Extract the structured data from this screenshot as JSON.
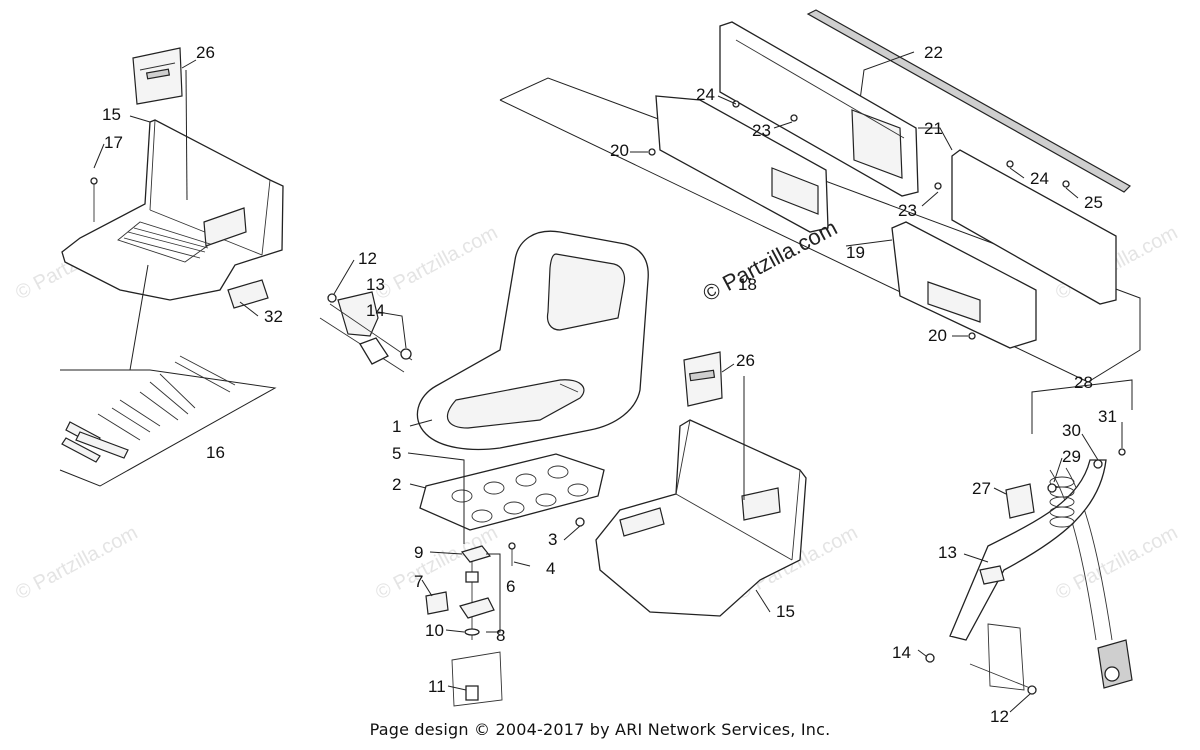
{
  "watermark_text": "© Partzilla.com",
  "brand_text": "© Partzilla.com",
  "footer_text": "Page design © 2004-2017 by ARI Network Services, Inc.",
  "callouts": {
    "c1": "1",
    "c2": "2",
    "c3": "3",
    "c4": "4",
    "c5": "5",
    "c6": "6",
    "c7": "7",
    "c8": "8",
    "c9": "9",
    "c10": "10",
    "c11": "11",
    "c12a": "12",
    "c12b": "12",
    "c13a": "13",
    "c13b": "13",
    "c14a": "14",
    "c14b": "14",
    "c15a": "15",
    "c15b": "15",
    "c16": "16",
    "c17": "17",
    "c18": "18",
    "c19": "19",
    "c20a": "20",
    "c20b": "20",
    "c21": "21",
    "c22": "22",
    "c23a": "23",
    "c23b": "23",
    "c24a": "24",
    "c24b": "24",
    "c25": "25",
    "c26a": "26",
    "c26b": "26",
    "c27": "27",
    "c28": "28",
    "c29": "29",
    "c30": "30",
    "c31": "31",
    "c32": "32"
  }
}
